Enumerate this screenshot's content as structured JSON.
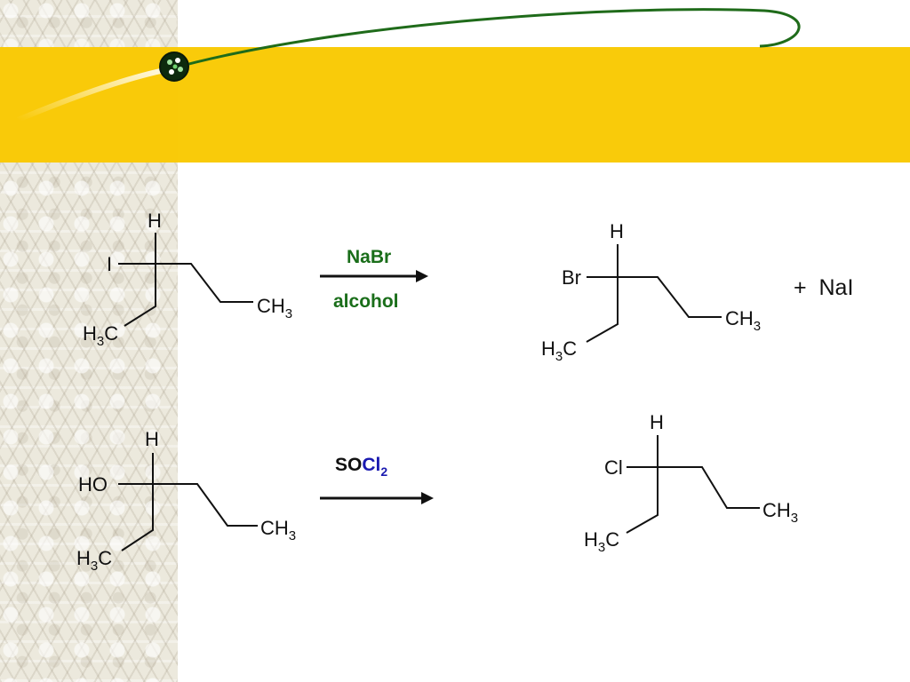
{
  "colors": {
    "band": "#f9cb0a",
    "orbit": "#1f6b1a",
    "reagent_green": "#1a6e1a",
    "bromine": "#1a8a1a",
    "chlorine": "#1a1ab0",
    "hydroxyl": "#d01010"
  },
  "reaction1": {
    "reactant": {
      "h": "H",
      "i": "I",
      "ch3_main": "CH",
      "ch3_sub": "3",
      "h3c_h": "H",
      "h3c_sub": "3",
      "h3c_c": "C"
    },
    "reagent_top": "NaBr",
    "reagent_bottom": "alcohol",
    "product": {
      "h": "H",
      "br": "Br",
      "ch3_main": "CH",
      "ch3_sub": "3",
      "h3c_h": "H",
      "h3c_sub": "3",
      "h3c_c": "C"
    },
    "byproduct": "+  NaI"
  },
  "reaction2": {
    "reactant": {
      "h": "H",
      "ho": "HO",
      "ch3_main": "CH",
      "ch3_sub": "3",
      "h3c_h": "H",
      "h3c_sub": "3",
      "h3c_c": "C"
    },
    "reagent_so": "SO",
    "reagent_cl": "Cl",
    "reagent_sub": "2",
    "product": {
      "h": "H",
      "cl": "Cl",
      "ch3_main": "CH",
      "ch3_sub": "3",
      "h3c_h": "H",
      "h3c_sub": "3",
      "h3c_c": "C"
    }
  }
}
